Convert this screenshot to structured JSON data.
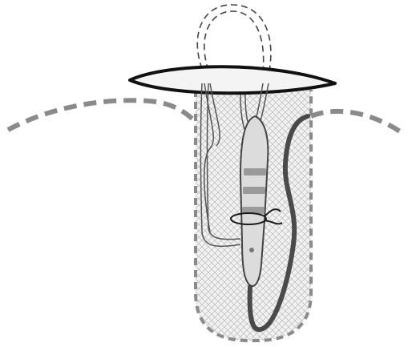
{
  "diagram": {
    "colors": {
      "background": "#ffffff",
      "outline": "#111111",
      "dashed_boundary": "#8a8a8a",
      "pocket_fill": "#f2f2f2",
      "hatch": "#b9b9b9",
      "flap_fill": "#f4f4f4",
      "lead_wire": "#4a4a4a",
      "device_fill": "#dcdcdc",
      "device_bands": "#9a9a9a",
      "suture": "#1a1a1a"
    },
    "components": [
      {
        "id": "skin-surface",
        "style": "dashed"
      },
      {
        "id": "subcutaneous-pocket",
        "style": "dashed",
        "fill": "crosshatch"
      },
      {
        "id": "pocket-opening-flap",
        "style": "solid"
      },
      {
        "id": "external-loop",
        "style": "double-dashed"
      },
      {
        "id": "internal-loop",
        "style": "double-line"
      },
      {
        "id": "implanted-device",
        "bands": 3
      },
      {
        "id": "anchoring-suture"
      },
      {
        "id": "lead-wire",
        "style": "solid"
      }
    ]
  }
}
